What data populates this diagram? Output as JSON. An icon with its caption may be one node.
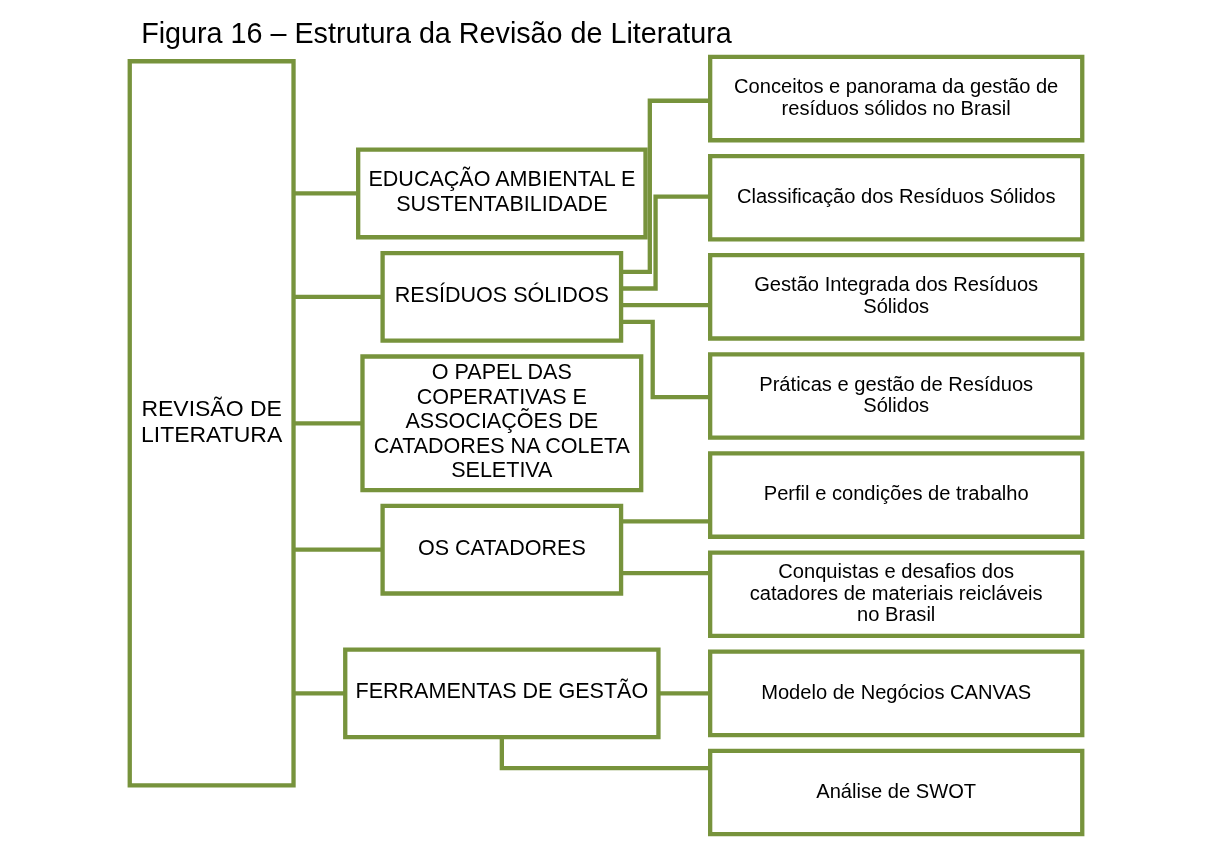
{
  "diagram": {
    "title": "Figura 16 – Estrutura da Revisão de Literatura",
    "nodes": [
      {
        "text": [
          "REVISÃO DE LITERATURA"
        ]
      },
      {
        "text": [
          "EDUCAÇÃO AMBIENTAL E SUSTENTABILIDADE"
        ]
      },
      {
        "text": [
          "RESÍDUOS SÓLIDOS"
        ]
      },
      {
        "text": [
          "O PAPEL DAS COPERATIVAS E ASSOCIAÇÕES DE CATADORES NA COLETA SELETIVA"
        ]
      },
      {
        "text": [
          "OS CATADORES"
        ]
      },
      {
        "text": [
          "FERRAMENTAS DE GESTÃO"
        ]
      },
      {
        "text": [
          "Conceitos e panorama da gestão de resíduos sólidos no Brasil"
        ]
      },
      {
        "text": [
          "Classificação dos Resíduos Sólidos"
        ]
      },
      {
        "text": [
          "Gestão Integrada dos Resíduos Sólidos"
        ]
      },
      {
        "text": [
          "Práticas e gestão de Resíduos Sólidos"
        ]
      },
      {
        "text": [
          "Perfil e condições de trabalho"
        ]
      },
      {
        "text": [
          "Conquistas e desafios dos catadores de materiais reicláveis no Brasil"
        ]
      },
      {
        "text": [
          "Modelo de Negócios CANVAS"
        ]
      },
      {
        "text": [
          "Análise de SWOT"
        ]
      }
    ],
    "edges": [
      {
        "from": 0,
        "to": 1,
        "arrow": "none"
      },
      {
        "from": 0,
        "to": 2,
        "arrow": "none"
      },
      {
        "from": 0,
        "to": 3,
        "arrow": "none"
      },
      {
        "from": 0,
        "to": 4,
        "arrow": "none"
      },
      {
        "from": 0,
        "to": 5,
        "arrow": "none"
      },
      {
        "from": 2,
        "to": 6,
        "arrow": "none"
      },
      {
        "from": 2,
        "to": 7,
        "arrow": "none"
      },
      {
        "from": 2,
        "to": 8,
        "arrow": "none"
      },
      {
        "from": 2,
        "to": 9,
        "arrow": "none"
      },
      {
        "from": 4,
        "to": 10,
        "arrow": "none"
      },
      {
        "from": 4,
        "to": 11,
        "arrow": "none"
      },
      {
        "from": 5,
        "to": 12,
        "arrow": "none"
      },
      {
        "from": 5,
        "to": 13,
        "arrow": "none"
      }
    ]
  }
}
